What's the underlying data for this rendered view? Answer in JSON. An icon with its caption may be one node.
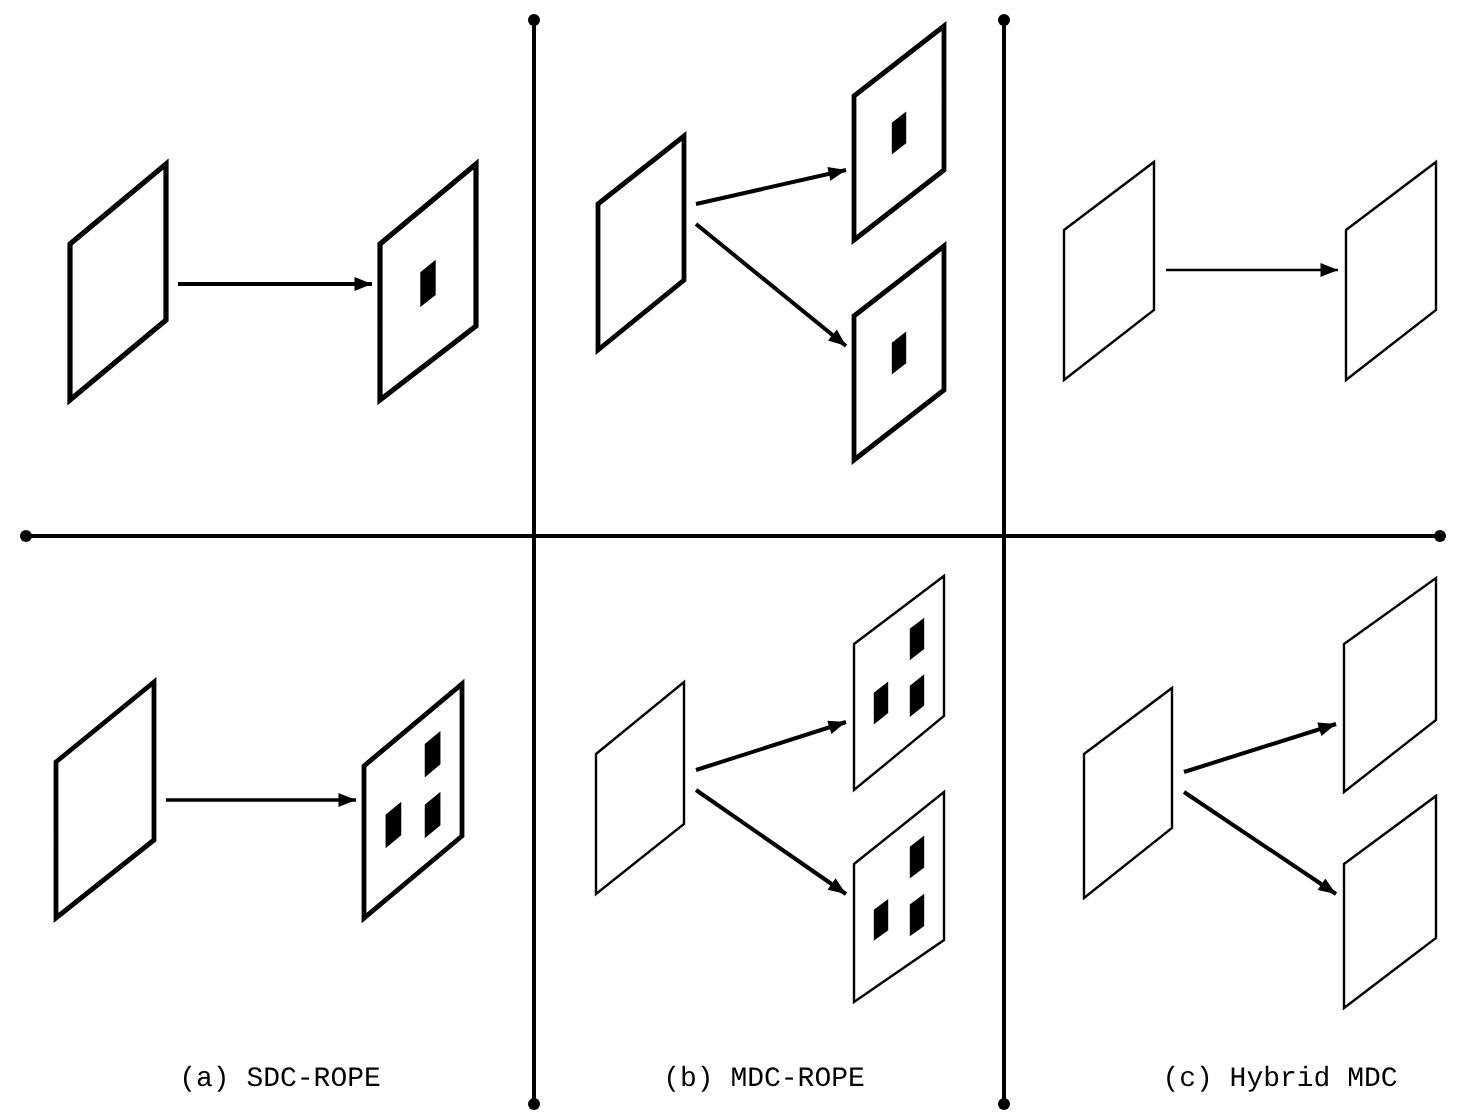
{
  "diagram": {
    "nodes": [
      {
        "text": [],
        "shape": "parallelogram"
      },
      {
        "text": [],
        "shape": "parallelogram"
      },
      {
        "text": [],
        "shape": "parallelogram"
      },
      {
        "text": [],
        "shape": "parallelogram"
      },
      {
        "text": [],
        "shape": "parallelogram"
      },
      {
        "text": [],
        "shape": "parallelogram"
      },
      {
        "text": [],
        "shape": "parallelogram"
      },
      {
        "text": [],
        "shape": "parallelogram"
      },
      {
        "text": [],
        "shape": "parallelogram"
      },
      {
        "text": [],
        "shape": "parallelogram"
      },
      {
        "text": [],
        "shape": "parallelogram"
      },
      {
        "text": [],
        "shape": "parallelogram"
      },
      {
        "text": [],
        "shape": "parallelogram"
      },
      {
        "text": [],
        "shape": "parallelogram"
      },
      {
        "text": [],
        "shape": "parallelogram"
      }
    ],
    "edges": [
      {
        "from": 0,
        "to": 1,
        "arrow": "to"
      },
      {
        "from": 2,
        "to": 3,
        "arrow": "to"
      },
      {
        "from": 2,
        "to": 4,
        "arrow": "to"
      },
      {
        "from": 5,
        "to": 6,
        "arrow": "to"
      },
      {
        "from": 7,
        "to": 8,
        "arrow": "to"
      },
      {
        "from": 9,
        "to": 10,
        "arrow": "to"
      },
      {
        "from": 9,
        "to": 11,
        "arrow": "to"
      },
      {
        "from": 12,
        "to": 13,
        "arrow": "to"
      },
      {
        "from": 12,
        "to": 14,
        "arrow": "to"
      }
    ],
    "labels": [
      "(a) SDC-ROPE",
      "(b) MDC-ROPE",
      "(c) Hybrid MDC"
    ]
  }
}
